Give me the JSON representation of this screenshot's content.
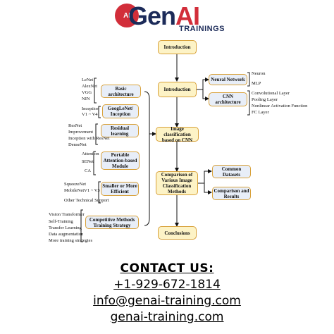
{
  "logo": {
    "icon_text": "AI",
    "word_gen": "Gen",
    "word_ai": "AI",
    "subtitle": "TRAININGS",
    "colors": {
      "navy": "#1c2b59",
      "red": "#d22e3a"
    }
  },
  "diagram": {
    "main": {
      "introduction": "Introduction",
      "introduction2": "Introduction",
      "image_classification": "Image classification based on CNN",
      "comparison": "Comparison of Various Image Classification Methods",
      "conclusions": "Conclusions"
    },
    "intro_branches": {
      "neural_network": "Neural Network",
      "neural_items": [
        "Neuron",
        "MLP"
      ],
      "cnn_architecture": "CNN architecture",
      "cnn_items": [
        "Convolutional Layer",
        "Pooling Layer",
        "Nonlinear Activation Function",
        "FC Layer"
      ]
    },
    "left_groups": {
      "basic_architecture": "Basic architecture",
      "basic_items": [
        "LeNet",
        "AlexNet",
        "VGG",
        "NIN"
      ],
      "googlenet": "GoogLeNet/ Inception",
      "googlenet_items": [
        "Inception",
        "V1 ~ V4"
      ],
      "residual": "Residual learning",
      "residual_items": [
        "ResNet",
        "Improvement",
        "Inception with ResNet",
        "DenseNet"
      ],
      "portable": "Portable Attention-based Module",
      "portable_items": [
        "Attention",
        "SENet",
        "CA"
      ],
      "smaller": "Smaller or More Efficient",
      "smaller_items": [
        "SqueezeNet",
        "MobileNetV1 ~ V3",
        "Other Technical Support"
      ],
      "competitive": "Competitive Methods Training Strategy",
      "competitive_items": [
        "Vision Transformer",
        "Self-Training",
        "Transfer Learning",
        "Data augmentation",
        "More training strategies"
      ]
    },
    "comparison_branches": {
      "common_datasets": "Common Datasets",
      "comparison_results": "Comparison and Results"
    },
    "colors": {
      "box_fill": "#e8eef8",
      "main_fill": "#fdf3c6",
      "border": "#d8a13a"
    }
  },
  "contact": {
    "heading": "CONTACT US:",
    "phone": "+1-929-672-1814",
    "email": "info@genai-training.com",
    "website": "genai-training.com"
  }
}
